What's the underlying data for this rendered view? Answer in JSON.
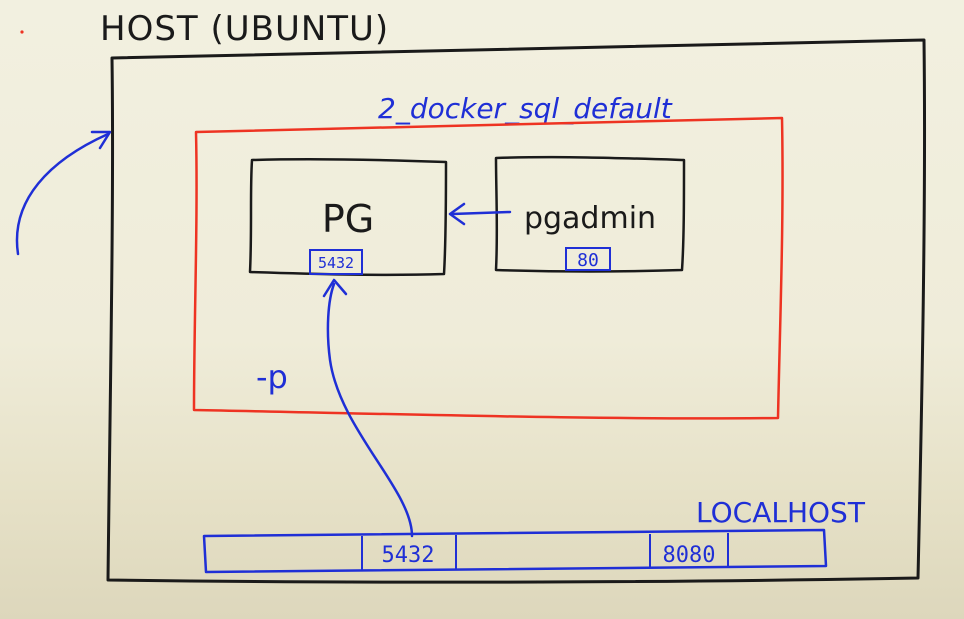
{
  "host": {
    "title": "HOST (UBUNTU)"
  },
  "network": {
    "name": "2_docker_sql_default"
  },
  "containers": {
    "pg": {
      "label": "PG",
      "port": "5432"
    },
    "pgadmin": {
      "label": "pgadmin",
      "port": "80"
    }
  },
  "port_flag": "-p",
  "localhost": {
    "label": "LOCALHOST",
    "ports": [
      "5432",
      "8080"
    ]
  },
  "colors": {
    "ink_black": "#1a1a1a",
    "ink_blue": "#1f2fd6",
    "ink_red": "#ee3322"
  }
}
